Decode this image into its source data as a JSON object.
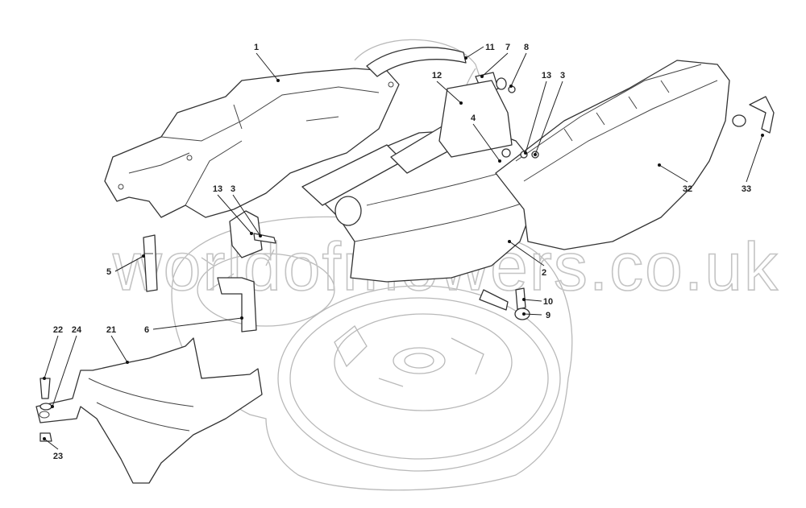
{
  "watermark": "worldofmowers.co.uk",
  "callouts": [
    {
      "id": "1"
    },
    {
      "id": "11"
    },
    {
      "id": "7"
    },
    {
      "id": "8"
    },
    {
      "id": "12"
    },
    {
      "id": "13"
    },
    {
      "id": "3"
    },
    {
      "id": "4"
    },
    {
      "id": "33"
    },
    {
      "id": "32"
    },
    {
      "id": "13"
    },
    {
      "id": "3"
    },
    {
      "id": "5"
    },
    {
      "id": "2"
    },
    {
      "id": "6"
    },
    {
      "id": "10"
    },
    {
      "id": "9"
    },
    {
      "id": "22"
    },
    {
      "id": "24"
    },
    {
      "id": "21"
    },
    {
      "id": "23"
    }
  ]
}
